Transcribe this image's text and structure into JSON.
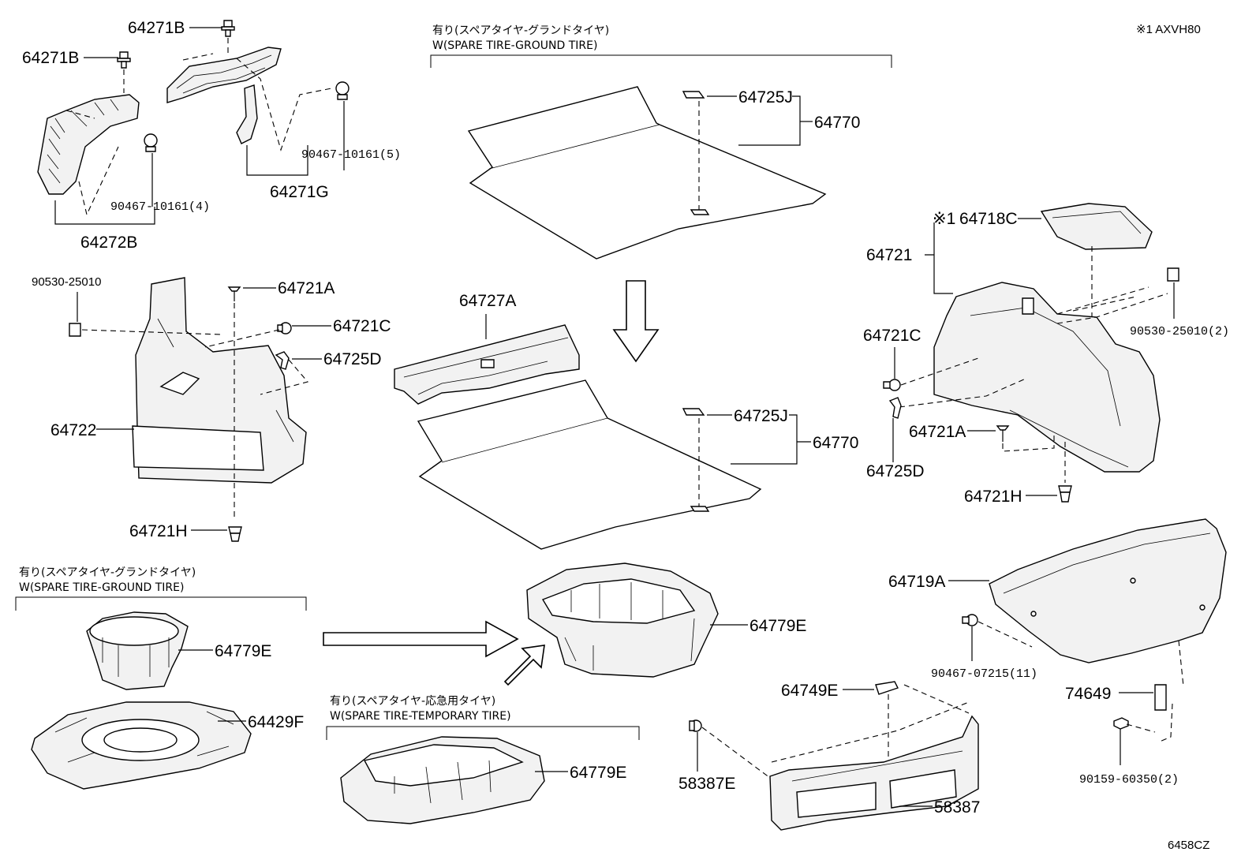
{
  "header": {
    "model_note": "※1 AXVH80",
    "diagram_code": "6458CZ"
  },
  "conditions": {
    "ground_tire_top_jp": "有り(スペアタイヤ-グランドタイヤ)",
    "ground_tire_top_en": "W(SPARE TIRE-GROUND TIRE)",
    "ground_tire_left_jp": "有り(スペアタイヤ-グランドタイヤ)",
    "ground_tire_left_en": "W(SPARE TIRE-GROUND TIRE)",
    "temporary_tire_jp": "有り(スペアタイヤ-応急用タイヤ)",
    "temporary_tire_en": "W(SPARE TIRE-TEMPORARY TIRE)"
  },
  "callouts": {
    "p64271B_top": "64271B",
    "p64271B_left": "64271B",
    "p90467_10161_5": "90467-10161(5)",
    "p90467_10161_4": "90467-10161(4)",
    "p64271G": "64271G",
    "p64272B": "64272B",
    "p64725J_top": "64725J",
    "p64770_top": "64770",
    "p90530_25010": "90530-25010",
    "p64721A_left": "64721A",
    "p64721C_left": "64721C",
    "p64725D_left": "64725D",
    "p64722": "64722",
    "p64721H_left": "64721H",
    "p64727A": "64727A",
    "p64725J_mid": "64725J",
    "p64770_mid": "64770",
    "mark_1": "※1",
    "p64718C": "64718C",
    "p64721": "64721",
    "p64721C_right": "64721C",
    "p90530_25010_2": "90530-25010(2)",
    "p64721A_right": "64721A",
    "p64725D_right": "64725D",
    "p64721H_right": "64721H",
    "p64719A": "64719A",
    "p90467_07215_11": "90467-07215(11)",
    "p74649": "74649",
    "p90159_60350_2": "90159-60350(2)",
    "p64779E_left": "64779E",
    "p64429F": "64429F",
    "p64779E_center": "64779E",
    "p64779E_bottom": "64779E",
    "p64749E": "64749E",
    "p58387E": "58387E",
    "p58387": "58387"
  }
}
